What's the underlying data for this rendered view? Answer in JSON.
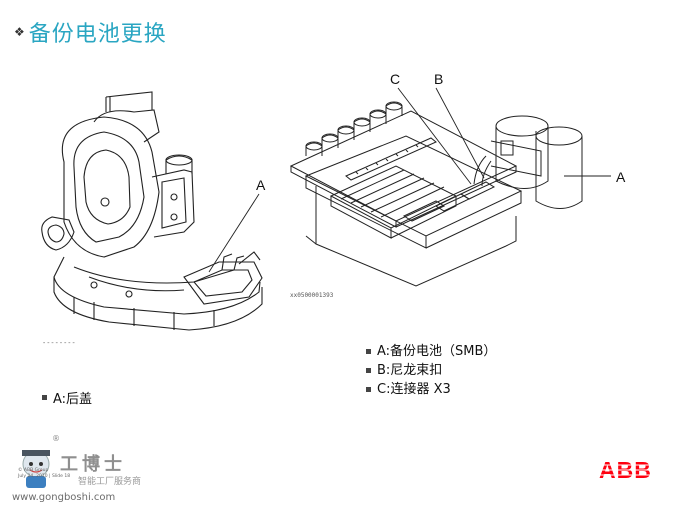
{
  "title": {
    "bullet": "❖",
    "text": "备份电池更换"
  },
  "figure_left": {
    "callout": "A",
    "dashes": "--------"
  },
  "figure_right": {
    "callouts": {
      "a": "A",
      "b": "B",
      "c": "C"
    },
    "code": "xx0500001393"
  },
  "legend_left": [
    {
      "text": "A:后盖"
    }
  ],
  "legend_right": [
    {
      "text": "A:备份电池（SMB）"
    },
    {
      "text": "B:尼龙束扣"
    },
    {
      "text": "C:连接器 X3"
    }
  ],
  "footer": {
    "watermark_name": "工博士",
    "watermark_sub": "智能工厂服务商",
    "watermark_url": "www.gongboshi.com",
    "copyright_line1": "© ABB Group",
    "copyright_line2": "July 24, 2010 | Slide 18",
    "registered": "®",
    "brand": "ABB",
    "brand_color": "#ff000f"
  }
}
